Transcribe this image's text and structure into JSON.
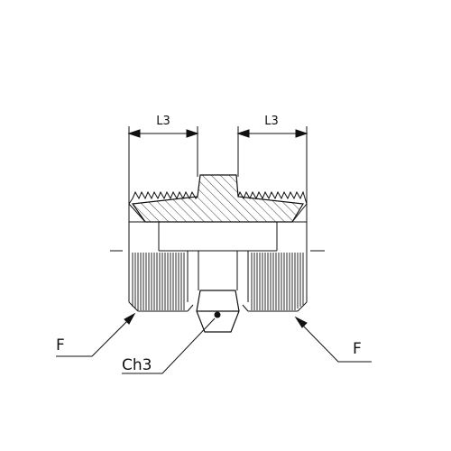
{
  "drawing": {
    "labels": {
      "dim_left": "L3",
      "dim_right": "L3",
      "thread_left": "F",
      "thread_right": "F",
      "hex": "Ch3"
    },
    "colors": {
      "line": "#111111",
      "background": "#ffffff"
    }
  }
}
